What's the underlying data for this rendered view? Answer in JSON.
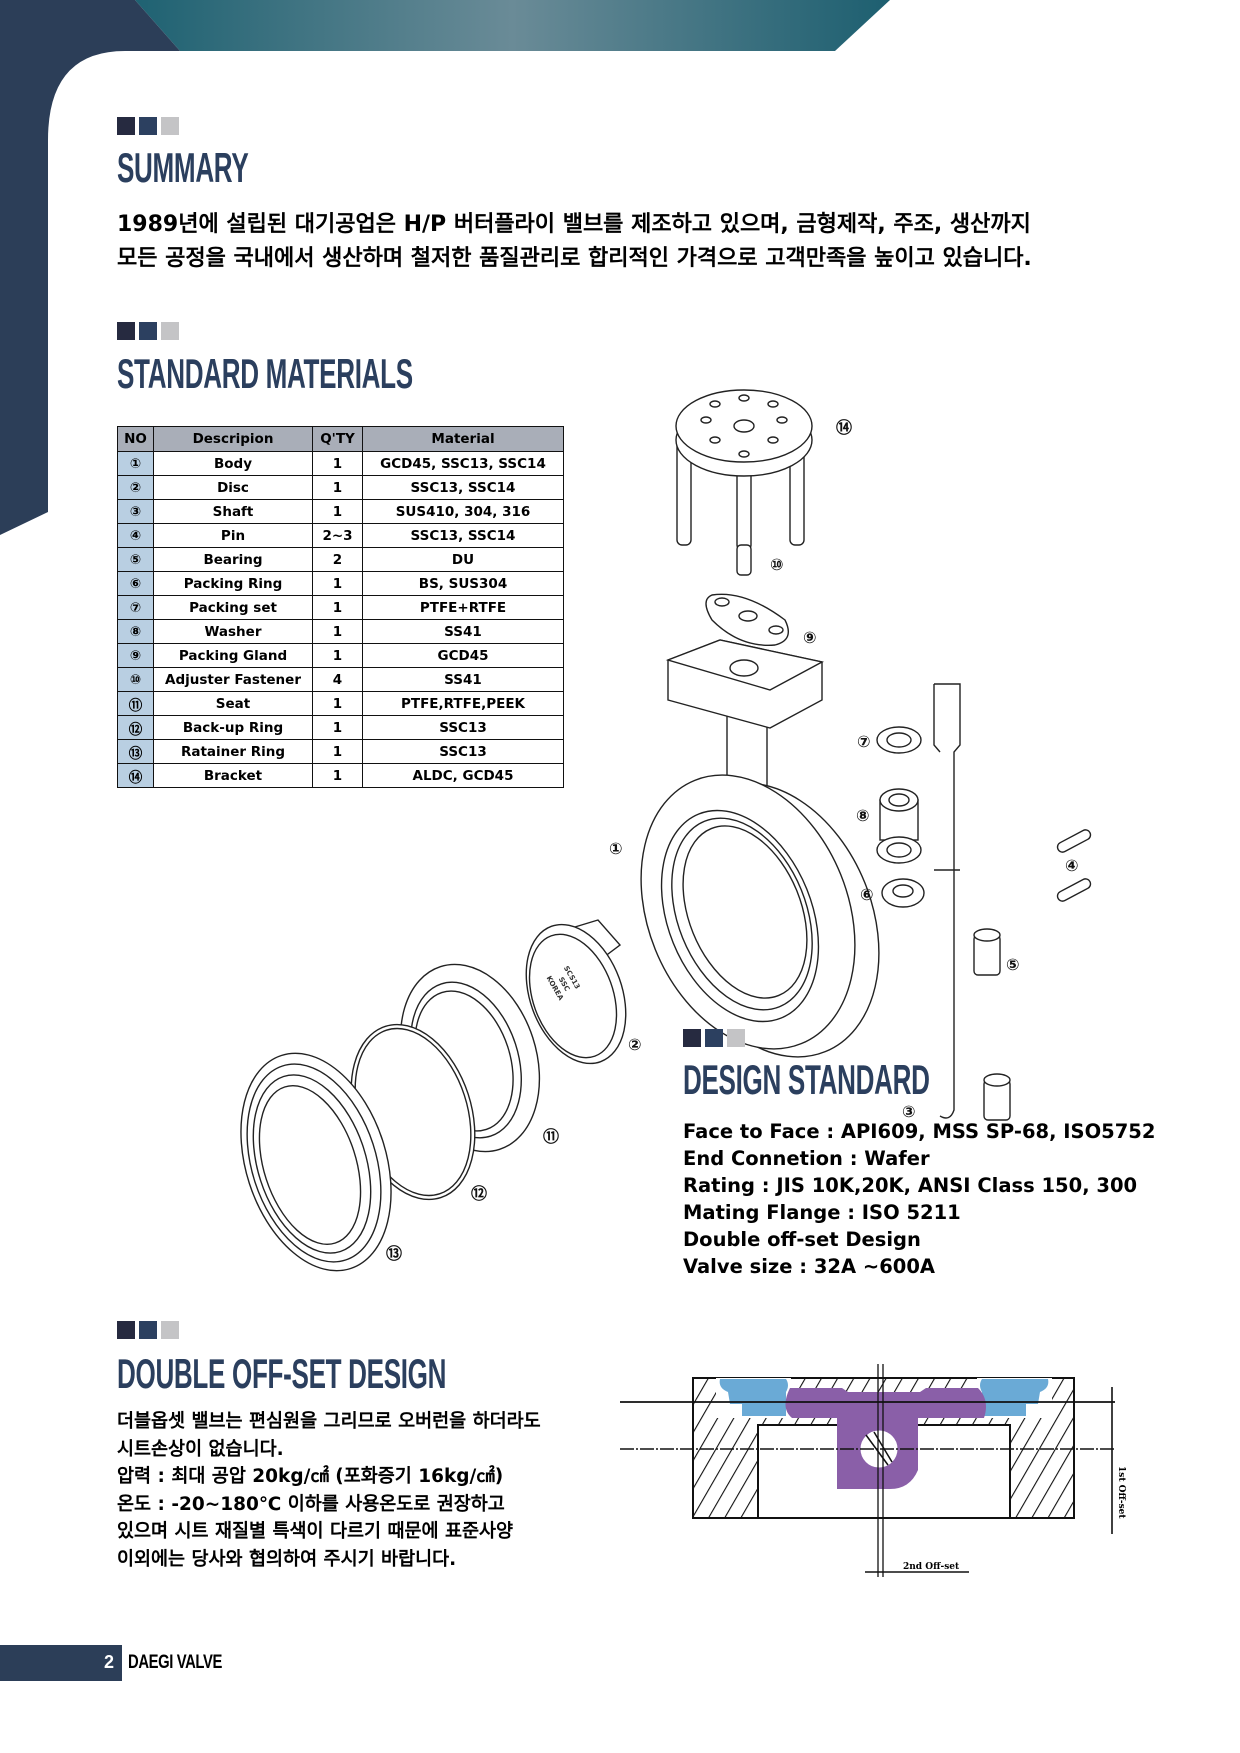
{
  "colors": {
    "navy": "#2c3e58",
    "heading": "#2b3f5e",
    "disc_purple": "#8a5fa8",
    "seat_blue": "#6aaad6",
    "table_header": "#a9aeb8",
    "table_no": "#b9cfe2"
  },
  "summary": {
    "title": "SUMMARY",
    "lines": [
      "1989년에 설립된 대기공업은 H/P 버터플라이 밸브를 제조하고 있으며, 금형제작, 주조, 생산까지",
      "모든 공정을 국내에서 생산하며 철저한 품질관리로 합리적인 가격으로 고객만족을 높이고 있습니다."
    ]
  },
  "materials": {
    "title": "STANDARD MATERIALS",
    "headers": [
      "NO",
      "Descripion",
      "Q'TY",
      "Material"
    ],
    "rows": [
      [
        "①",
        "Body",
        "1",
        "GCD45, SSC13, SSC14"
      ],
      [
        "②",
        "Disc",
        "1",
        "SSC13, SSC14"
      ],
      [
        "③",
        "Shaft",
        "1",
        "SUS410, 304, 316"
      ],
      [
        "④",
        "Pin",
        "2~3",
        "SSC13, SSC14"
      ],
      [
        "⑤",
        "Bearing",
        "2",
        "DU"
      ],
      [
        "⑥",
        "Packing Ring",
        "1",
        "BS, SUS304"
      ],
      [
        "⑦",
        "Packing set",
        "1",
        "PTFE+RTFE"
      ],
      [
        "⑧",
        "Washer",
        "1",
        "SS41"
      ],
      [
        "⑨",
        "Packing Gland",
        "1",
        "GCD45"
      ],
      [
        "⑩",
        "Adjuster Fastener",
        "4",
        "SS41"
      ],
      [
        "⑪",
        "Seat",
        "1",
        "PTFE,RTFE,PEEK"
      ],
      [
        "⑫",
        "Back-up Ring",
        "1",
        "SSC13"
      ],
      [
        "⑬",
        "Ratainer Ring",
        "1",
        "SSC13"
      ],
      [
        "⑭",
        "Bracket",
        "1",
        "ALDC, GCD45"
      ]
    ]
  },
  "exploded_view": {
    "labels": {
      "p1": "①",
      "p2": "②",
      "p3": "③",
      "p4": "④",
      "p5": "⑤",
      "p6": "⑥",
      "p7": "⑦",
      "p8": "⑧",
      "p9": "⑨",
      "p10": "⑩",
      "p11": "⑪",
      "p12": "⑫",
      "p13": "⑬",
      "p14": "⑭"
    },
    "disc_marking": [
      "SCS13",
      "SSC",
      "KOREA"
    ]
  },
  "design_standard": {
    "title": "DESIGN STANDARD",
    "lines": [
      "Face to Face : API609, MSS SP-68, ISO5752",
      "End Connetion : Wafer",
      "Rating : JIS 10K,20K, ANSI Class 150, 300",
      "Mating Flange : ISO 5211",
      "Double off-set Design",
      "Valve size : 32A ~600A"
    ]
  },
  "double_offset": {
    "title": "DOUBLE OFF-SET DESIGN",
    "lines": [
      "더블옵셋 밸브는 편심원을 그리므로 오버런을 하더라도",
      "시트손상이 없습니다.",
      "압력 : 최대 공압 20kg/㎠ (포화증기 16kg/㎠)",
      "온도 : -20~180℃ 이하를 사용온도로 권장하고",
      "있으며 시트 재질별 특색이 다르기 때문에 표준사양",
      "이외에는 당사와 협의하여 주시기 바랍니다."
    ],
    "diagram": {
      "first_offset_label": "1st Off-set",
      "second_offset_label": "2nd Off-set"
    }
  },
  "footer": {
    "page_number": "2",
    "brand": "DAEGI VALVE"
  }
}
